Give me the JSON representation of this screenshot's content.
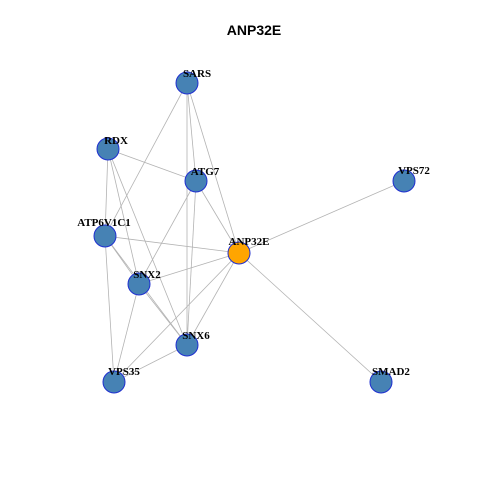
{
  "title": "ANP32E",
  "colors": {
    "node_fill": "#4682B4",
    "center_fill": "#FFA500",
    "node_border": "#1F2FD0",
    "edge": "#B3B3B3"
  },
  "nodes": [
    {
      "id": "SARS",
      "label": "SARS"
    },
    {
      "id": "RDX",
      "label": "RDX"
    },
    {
      "id": "ATG7",
      "label": "ATG7"
    },
    {
      "id": "VPS72",
      "label": "VPS72"
    },
    {
      "id": "ATP6V1C1",
      "label": "ATP6V1C1"
    },
    {
      "id": "ANP32E",
      "label": "ANP32E",
      "center": true
    },
    {
      "id": "SNX2",
      "label": "SNX2"
    },
    {
      "id": "SNX6",
      "label": "SNX6"
    },
    {
      "id": "VPS35",
      "label": "VPS35"
    },
    {
      "id": "SMAD2",
      "label": "SMAD2"
    }
  ],
  "edges": [
    [
      "SARS",
      "ATG7"
    ],
    [
      "SARS",
      "ANP32E"
    ],
    [
      "SARS",
      "SNX6"
    ],
    [
      "SARS",
      "ATP6V1C1"
    ],
    [
      "RDX",
      "ATG7"
    ],
    [
      "RDX",
      "ATP6V1C1"
    ],
    [
      "RDX",
      "SNX2"
    ],
    [
      "RDX",
      "SNX6"
    ],
    [
      "ATG7",
      "ANP32E"
    ],
    [
      "ATG7",
      "SNX2"
    ],
    [
      "ATG7",
      "SNX6"
    ],
    [
      "ATP6V1C1",
      "ANP32E"
    ],
    [
      "ATP6V1C1",
      "SNX2"
    ],
    [
      "ATP6V1C1",
      "SNX6"
    ],
    [
      "ATP6V1C1",
      "VPS35"
    ],
    [
      "ANP32E",
      "VPS72"
    ],
    [
      "ANP32E",
      "SMAD2"
    ],
    [
      "ANP32E",
      "SNX2"
    ],
    [
      "ANP32E",
      "SNX6"
    ],
    [
      "ANP32E",
      "VPS35"
    ],
    [
      "SNX2",
      "SNX6"
    ],
    [
      "SNX2",
      "VPS35"
    ],
    [
      "SNX6",
      "VPS35"
    ]
  ]
}
